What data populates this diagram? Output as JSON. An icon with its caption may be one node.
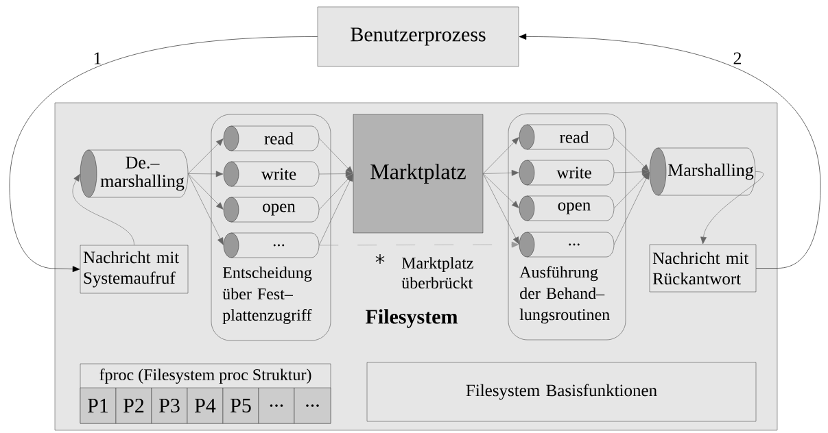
{
  "diagram": {
    "nodes": [
      {
        "text": [
          "Benutzerprozess"
        ]
      },
      {
        "text": [
          "Filesystem"
        ]
      },
      {
        "text": [
          "De.– marshalling"
        ],
        "in": 1
      },
      {
        "text": [
          "Nachricht mit Systemaufruf"
        ],
        "in": 1
      },
      {
        "text": [
          "Entscheidung über Fest– plattenzugriff"
        ],
        "in": 1
      },
      {
        "text": [
          "read"
        ],
        "in": 4
      },
      {
        "text": [
          "write"
        ],
        "in": 4
      },
      {
        "text": [
          "open"
        ],
        "in": 4
      },
      {
        "text": [
          "..."
        ],
        "in": 4
      },
      {
        "text": [
          "Marktplatz"
        ],
        "in": 1
      },
      {
        "text": [
          "Ausführung der Behand– lungsroutinen"
        ],
        "in": 1
      },
      {
        "text": [
          "read"
        ],
        "in": 10
      },
      {
        "text": [
          "write"
        ],
        "in": 10
      },
      {
        "text": [
          "open"
        ],
        "in": 10
      },
      {
        "text": [
          "..."
        ],
        "in": 10
      },
      {
        "text": [
          "Marshalling"
        ],
        "in": 1
      },
      {
        "text": [
          "Nachricht mit Rückantwort"
        ],
        "in": 1
      },
      {
        "text": [
          "fproc (Filesystem proc Struktur)"
        ],
        "in": 1
      },
      {
        "text": [
          "P1"
        ],
        "in": 17
      },
      {
        "text": [
          "P2"
        ],
        "in": 17
      },
      {
        "text": [
          "P3"
        ],
        "in": 17
      },
      {
        "text": [
          "P4"
        ],
        "in": 17
      },
      {
        "text": [
          "P5"
        ],
        "in": 17
      },
      {
        "text": [
          "..."
        ],
        "in": 17
      },
      {
        "text": [
          "..."
        ],
        "in": 17
      },
      {
        "text": [
          "Filesystem Basisfunktionen"
        ],
        "in": 1
      }
    ],
    "edges": [
      {
        "from": 0,
        "to": 3,
        "arrow": "to",
        "label": "1",
        "color": "#000000"
      },
      {
        "from": 16,
        "to": 0,
        "arrow": "to",
        "label": "2",
        "color": "#000000"
      },
      {
        "from": 3,
        "to": 2,
        "arrow": "to"
      },
      {
        "from": 2,
        "to": 5,
        "arrow": "to"
      },
      {
        "from": 2,
        "to": 6,
        "arrow": "to"
      },
      {
        "from": 2,
        "to": 7,
        "arrow": "to"
      },
      {
        "from": 2,
        "to": 8,
        "arrow": "to"
      },
      {
        "from": 5,
        "to": 9,
        "arrow": "to"
      },
      {
        "from": 6,
        "to": 9,
        "arrow": "to"
      },
      {
        "from": 7,
        "to": 9,
        "arrow": "to"
      },
      {
        "from": 8,
        "to": 9,
        "arrow": "to"
      },
      {
        "from": 9,
        "to": 11,
        "arrow": "to"
      },
      {
        "from": 9,
        "to": 12,
        "arrow": "to"
      },
      {
        "from": 9,
        "to": 13,
        "arrow": "to"
      },
      {
        "from": 9,
        "to": 14,
        "arrow": "to"
      },
      {
        "from": 11,
        "to": 15,
        "arrow": "to"
      },
      {
        "from": 12,
        "to": 15,
        "arrow": "to"
      },
      {
        "from": 13,
        "to": 15,
        "arrow": "to"
      },
      {
        "from": 14,
        "to": 15,
        "arrow": "to"
      },
      {
        "from": 15,
        "to": 16,
        "arrow": "to"
      },
      {
        "from": 8,
        "to": 14,
        "arrow": "to",
        "style": "dashed",
        "color": "#999999"
      }
    ],
    "labels": [
      "Marktplatz überbrückt"
    ]
  }
}
